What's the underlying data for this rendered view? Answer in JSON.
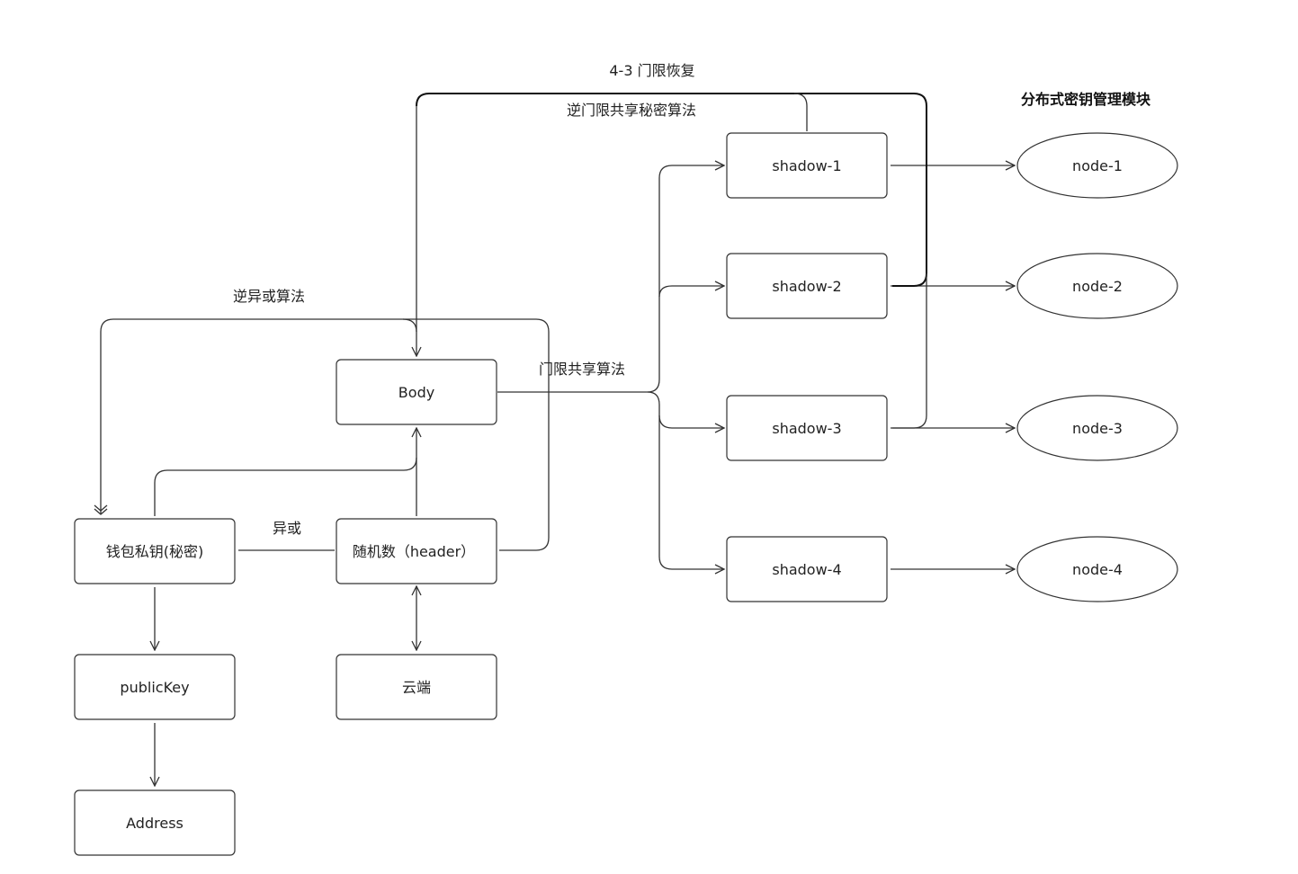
{
  "module_title": "分布式密钥管理模块",
  "boxes": {
    "body": "Body",
    "wallet": "钱包私钥(秘密)",
    "random": "随机数（header）",
    "publickey": "publicKey",
    "cloud": "云端",
    "address": "Address",
    "shadow1": "shadow-1",
    "shadow2": "shadow-2",
    "shadow3": "shadow-3",
    "shadow4": "shadow-4"
  },
  "nodes": {
    "node1": "node-1",
    "node2": "node-2",
    "node3": "node-3",
    "node4": "node-4"
  },
  "edge_labels": {
    "recovery": "4-3 门限恢复",
    "inverse_secret_share": "逆门限共享秘密算法",
    "inverse_xor": "逆异或算法",
    "threshold_share": "门限共享算法",
    "xor": "异或"
  }
}
